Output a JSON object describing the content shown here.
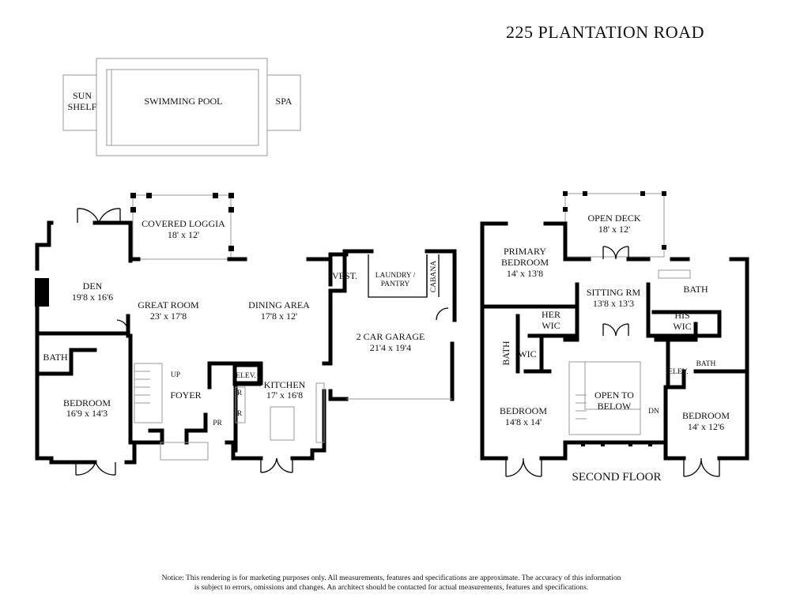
{
  "title": "225 PLANTATION ROAD",
  "pool": {
    "sun_shelf_1": "SUN",
    "sun_shelf_2": "SHELF",
    "pool": "SWIMMING POOL",
    "spa": "SPA"
  },
  "first_floor": {
    "loggia": {
      "name": "COVERED LOGGIA",
      "size": "18' x 12'"
    },
    "den": {
      "name": "DEN",
      "size": "19'8 x 16'6"
    },
    "great_room": {
      "name": "GREAT ROOM",
      "size": "23' x 17'8"
    },
    "dining": {
      "name": "DINING AREA",
      "size": "17'8 x 12'"
    },
    "vest": "VEST.",
    "laundry_1": "LAUNDRY /",
    "laundry_2": "PANTRY",
    "cabana": "CABANA",
    "garage": {
      "name": "2 CAR GARAGE",
      "size": "21'4 x 19'4"
    },
    "bath": "BATH",
    "bedroom": {
      "name": "BEDROOM",
      "size": "16'9 x 14'3"
    },
    "up": "UP",
    "foyer": "FOYER",
    "elev": "ELEV.",
    "kitchen": {
      "name": "KITCHEN",
      "size": "17' x 16'8"
    },
    "r1": "R",
    "r2": "R",
    "pr": "PR"
  },
  "second_floor": {
    "label": "SECOND FLOOR",
    "open_deck": {
      "name": "OPEN DECK",
      "size": "18' x 12'"
    },
    "primary": {
      "name1": "PRIMARY",
      "name2": "BEDROOM",
      "size": "14' x 13'8"
    },
    "sitting": {
      "name": "SITTING RM",
      "size": "13'8 x 13'3"
    },
    "bath_primary": "BATH",
    "her_wic_1": "HER",
    "her_wic_2": "WIC",
    "his_wic_1": "HIS",
    "his_wic_2": "WIC",
    "bath_left": "BATH",
    "wic": "WIC",
    "open_below_1": "OPEN TO",
    "open_below_2": "BELOW",
    "dn": "DN",
    "elev": "ELEV.",
    "bath_right": "BATH",
    "bedroom_left": {
      "name": "BEDROOM",
      "size": "14'8 x 14'"
    },
    "bedroom_right": {
      "name": "BEDROOM",
      "size": "14' x 12'6"
    }
  },
  "notice": {
    "line1": "Notice: This rendering is for marketing purposes only. All measurements, features and specifications are approximate. The accuracy of this information",
    "line2": "is subject to errors, omissions and changes. An architect should be contacted for actual measurements, features and specifications."
  }
}
